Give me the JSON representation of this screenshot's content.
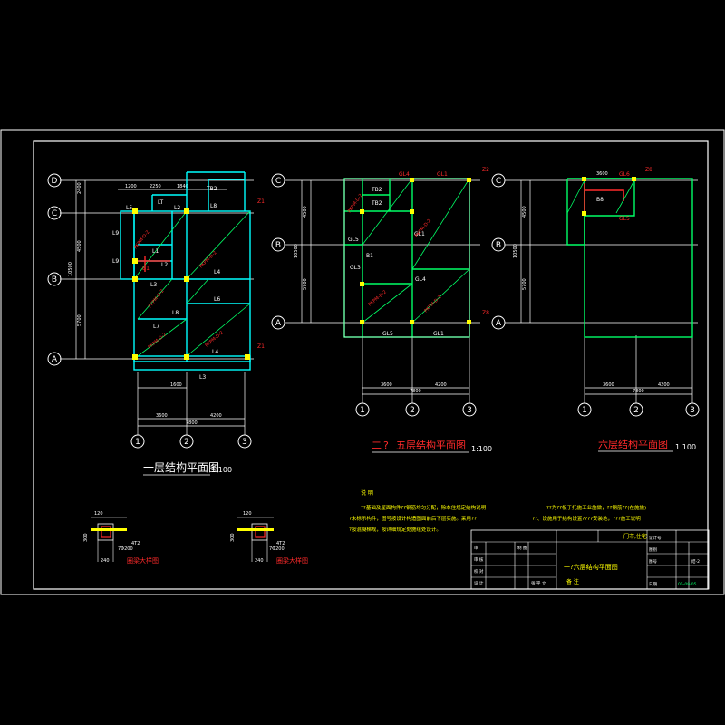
{
  "colors": {
    "background": "#000000",
    "frame": "#ffffff",
    "axis": "#ffffff",
    "cyan_beam": "#00ffff",
    "green_beam": "#00ff66",
    "column": "#ffff00",
    "red_text": "#ff2a2a",
    "yellow_text": "#ffff00",
    "magenta_text": "#ff40ff"
  },
  "plan1": {
    "title": "一层结构平面图",
    "scale": "1:100",
    "axes_letters": [
      "D",
      "C",
      "B",
      "A"
    ],
    "axes_numbers": [
      "1",
      "2",
      "3"
    ],
    "dim_left": [
      "2400",
      "4500",
      "10500",
      "5700"
    ],
    "dim_top": [
      "1200",
      "2250",
      "1840"
    ],
    "dim_bottom": [
      "1600",
      "3600",
      "4200",
      "7800"
    ],
    "beam_labels": [
      "L5",
      "LT",
      "L2",
      "L8",
      "TB2",
      "L9",
      "L1",
      "L9",
      "L2",
      "L3",
      "B1",
      "L4",
      "L6",
      "L8",
      "L7",
      "L4",
      "L3",
      "Z1",
      "Z1"
    ],
    "diag_texts": [
      "PKPM-D-2",
      "PKPM-D-2",
      "PKPM-D-2",
      "PKPM-D-2",
      "PKPM-D-2"
    ]
  },
  "plan2": {
    "title_a": "二",
    "title_q": "?",
    "title_b": "五层结构平面图",
    "scale": "1:100",
    "axes_letters": [
      "C",
      "B",
      "A"
    ],
    "axes_numbers": [
      "1",
      "2",
      "3"
    ],
    "dim_left": [
      "4500",
      "10500",
      "5700"
    ],
    "dim_bottom": [
      "3600",
      "4200",
      "7800"
    ],
    "beam_labels": [
      "GL4",
      "GL1",
      "Z2",
      "TB2",
      "TB2",
      "GL5",
      "B1",
      "GL3",
      "GL1",
      "GL4",
      "GL5",
      "GL1",
      "Z8"
    ],
    "diag_texts": [
      "PKPM-D-2",
      "PKPM-D-2",
      "PKPM-D-2",
      "PKPM-D-2"
    ]
  },
  "plan3": {
    "title": "六层结构平面图",
    "scale": "1:100",
    "axes_letters": [
      "C",
      "B",
      "A"
    ],
    "axes_numbers": [
      "1",
      "2",
      "3"
    ],
    "dim_left": [
      "4500",
      "10500",
      "5700"
    ],
    "dim_bottom": [
      "3600",
      "4200",
      "7800"
    ],
    "beam_labels": [
      "Z8",
      "GL6",
      "B8",
      "GL5"
    ],
    "dim_top": [
      "3600"
    ]
  },
  "details": [
    {
      "title": "圈梁大样图",
      "dims": [
        "120",
        "240",
        "300",
        "4T2",
        "7Φ200"
      ]
    },
    {
      "title": "圈梁大样图",
      "dims": [
        "120",
        "240",
        "300",
        "4T2",
        "7Φ200"
      ]
    }
  ],
  "notes": {
    "heading": "说 明",
    "line1": "??基础及屋面构件??钢筋均匀分配，除本住规定结构说明",
    "line2": "?未标示构件，图号按设计构造图面前后下层实施。采用??",
    "line3": "?按混凝梯规，按详细规定处施组处设计。",
    "right1": "??为??板于托施工业施做，??钢筋??(在施施)",
    "right2": "??、设施用于结构设置????安装地，???施工说明"
  },
  "title_block": {
    "drawing_name": "一?六层结构平面图",
    "sub": "备 注",
    "company": "门市,住宅",
    "sheet_code": "结-2",
    "date": "05-09-05",
    "col_labels": [
      "设计号",
      "图别",
      "图号",
      "日期"
    ],
    "left_rows": [
      "审",
      "审 核",
      "校 对",
      "设 计",
      "制 图"
    ],
    "left_values": [
      "",
      "",
      "",
      "",
      "张 平 立"
    ]
  }
}
